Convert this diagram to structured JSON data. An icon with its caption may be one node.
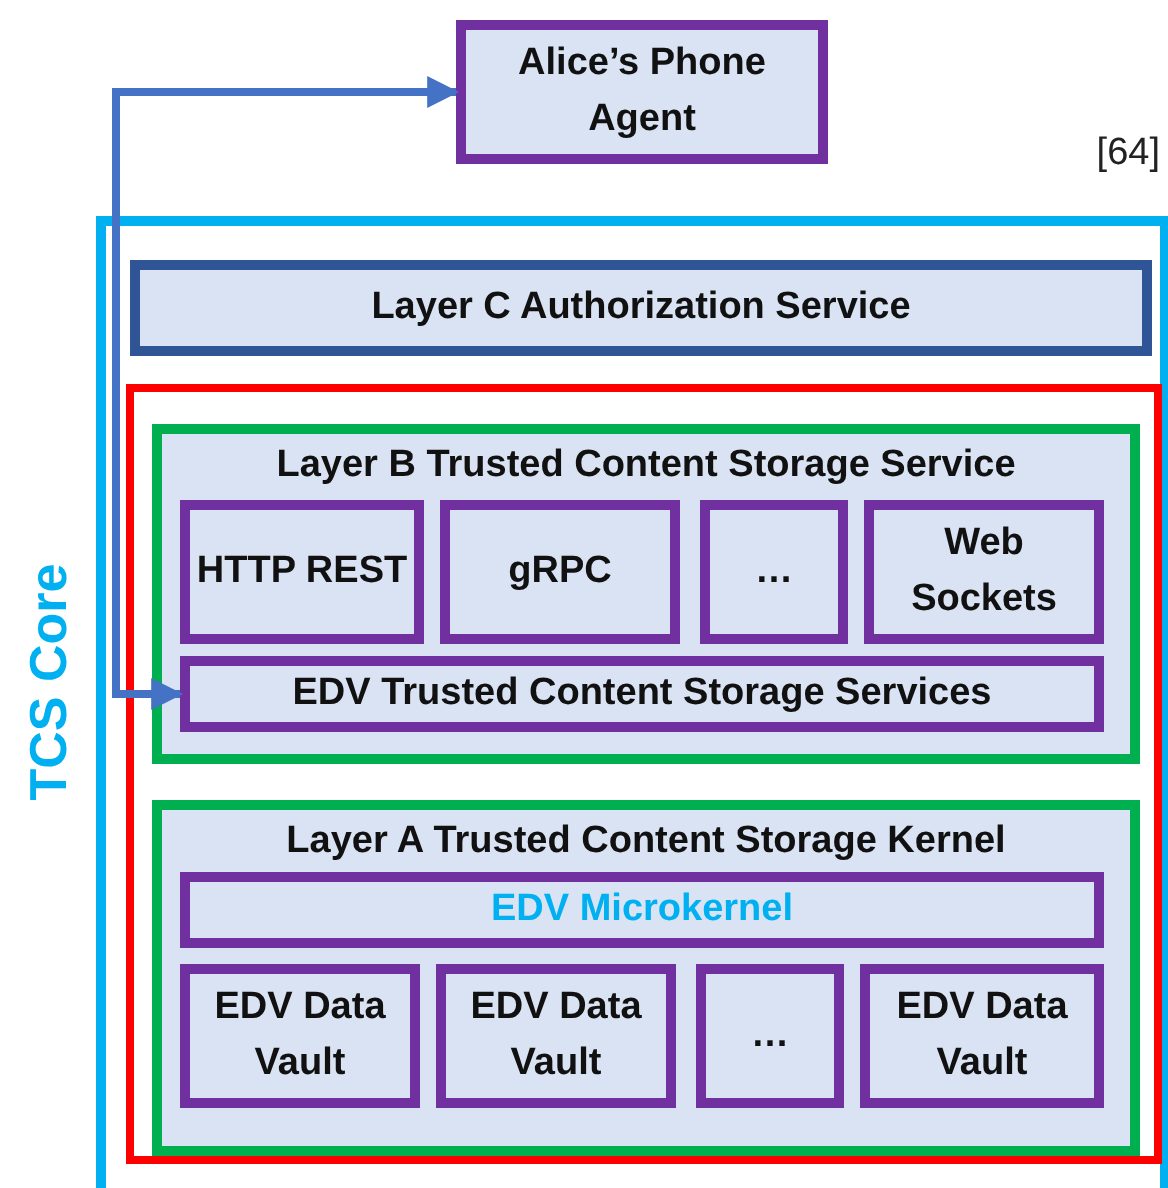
{
  "diagram": {
    "nodes": [
      {
        "text": [
          "Alice’s Phone Agent"
        ]
      },
      {
        "text": [
          "TCS Core"
        ]
      },
      {
        "text": [
          "Layer C Authorization Service"
        ],
        "in": 1
      },
      {
        "text": [],
        "shape": "box",
        "in": 1
      },
      {
        "text": [
          "Layer B Trusted Content Storage Service"
        ],
        "in": 3
      },
      {
        "text": [
          "HTTP REST"
        ],
        "in": 4
      },
      {
        "text": [
          "gRPC"
        ],
        "in": 4
      },
      {
        "text": [
          "…"
        ],
        "in": 4
      },
      {
        "text": [
          "Web Sockets"
        ],
        "in": 4
      },
      {
        "text": [
          "EDV Trusted Content Storage Services"
        ],
        "in": 4
      },
      {
        "text": [
          "Layer A Trusted Content Storage Kernel"
        ],
        "in": 3
      },
      {
        "text": [
          "EDV Microkernel"
        ],
        "in": 10
      },
      {
        "text": [
          "EDV Data Vault"
        ],
        "in": 10
      },
      {
        "text": [
          "EDV Data Vault"
        ],
        "in": 10
      },
      {
        "text": [
          "…"
        ],
        "in": 10
      },
      {
        "text": [
          "EDV Data Vault"
        ],
        "in": 10
      }
    ],
    "edges": [
      {
        "from": 0,
        "to": 9,
        "arrow": "both"
      }
    ],
    "labels": [
      "[64]"
    ]
  }
}
